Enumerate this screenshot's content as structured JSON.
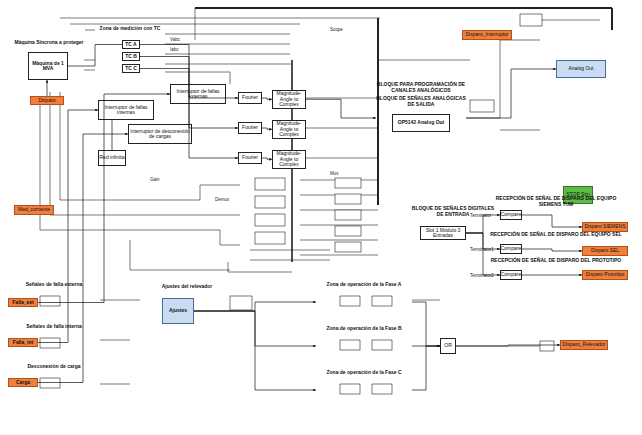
{
  "diagram": {
    "nodes": [
      {
        "text": [
          "Máquina Síncrona a proteger"
        ]
      },
      {
        "text": [
          "Máquina de 1 MVA"
        ],
        "in": 0
      },
      {
        "text": [
          "Zona de medición con TC"
        ]
      },
      {
        "text": [
          "TC A"
        ],
        "in": 2
      },
      {
        "text": [
          "TC B"
        ],
        "in": 2
      },
      {
        "text": [
          "TC C"
        ],
        "in": 2
      },
      {
        "text": [
          "Interruptor de fallas externas"
        ]
      },
      {
        "text": [
          "Interruptor de fallas internas"
        ]
      },
      {
        "text": [
          "Interruptor de desconexión de cargas"
        ]
      },
      {
        "text": [
          "Red infinita"
        ]
      },
      {
        "text": [
          "Fourier"
        ]
      },
      {
        "text": [
          "Fourier"
        ]
      },
      {
        "text": [
          "Fourier"
        ]
      },
      {
        "text": [
          "Magnitude-Angle to Complex"
        ]
      },
      {
        "text": [
          "Magnitude-Angle to Complex"
        ]
      },
      {
        "text": [
          "Magnitude-Angle to Complex"
        ]
      },
      {
        "text": [
          "BLOQUE PARA PROGRAMACIÓN DE CANALES ANALÓGICOS"
        ]
      },
      {
        "text": [
          "BLOQUE DE SEÑALES ANALÓGICAS DE SALIDA"
        ]
      },
      {
        "text": [
          "OP5142 Analog Out"
        ],
        "in": 17
      },
      {
        "text": [
          "STOP Sim"
        ]
      },
      {
        "text": [
          "Analog Out"
        ]
      },
      {
        "text": [
          "Disparo_Interruptor"
        ]
      },
      {
        "text": [
          "BLOQUE DE SEÑALES DIGITALES DE ENTRADA"
        ]
      },
      {
        "text": [
          "Slot 1 Módulo 3 Entradas"
        ]
      },
      {
        "text": [
          "RECEPCIÓN DE SEÑAL DE DISPARO DEL EQUIPO SIEMENS 7UM"
        ]
      },
      {
        "text": [
          "Compare"
        ]
      },
      {
        "text": [
          "Disparo SIEMENS"
        ]
      },
      {
        "text": [
          "RECEPCIÓN DE SEÑAL DE DISPARO DEL EQUIPO SEL"
        ]
      },
      {
        "text": [
          "Compare"
        ]
      },
      {
        "text": [
          "Disparo SEL"
        ]
      },
      {
        "text": [
          "RECEPCIÓN DE SEÑAL DE DISPARO DEL PROTOTIPO"
        ]
      },
      {
        "text": [
          "Compare"
        ]
      },
      {
        "text": [
          "Disparo Prototipo"
        ]
      },
      {
        "text": [
          "Ajustes del relevador"
        ]
      },
      {
        "text": [
          "Ajustes"
        ],
        "in": 33
      },
      {
        "text": [
          "Zona de operación de la Fase A"
        ]
      },
      {
        "text": [
          "Zona de operación de la Fase B"
        ]
      },
      {
        "text": [
          "Zona de operación de la Fase C"
        ]
      },
      {
        "text": [
          "OR"
        ]
      },
      {
        "text": [
          "Disparo_Relevador"
        ]
      },
      {
        "text": [
          "Señales de falla externa"
        ]
      },
      {
        "text": [
          "Falla_ext"
        ],
        "in": 40
      },
      {
        "text": [
          "Señales de falla interna"
        ]
      },
      {
        "text": [
          "Falla_int"
        ],
        "in": 42
      },
      {
        "text": [
          "Desconexión de carga"
        ]
      },
      {
        "text": [
          "Carga"
        ],
        "in": 44
      },
      {
        "text": [
          "Med_corriente"
        ]
      },
      {
        "text": [
          "Disparo"
        ]
      }
    ],
    "edges": [
      {
        "from": 1,
        "to": 3,
        "arrow": "none"
      },
      {
        "from": 3,
        "to": 10,
        "arrow": "to"
      },
      {
        "from": 4,
        "to": 11,
        "arrow": "to"
      },
      {
        "from": 5,
        "to": 12,
        "arrow": "to"
      },
      {
        "from": 10,
        "to": 13,
        "arrow": "to"
      },
      {
        "from": 11,
        "to": 14,
        "arrow": "to"
      },
      {
        "from": 12,
        "to": 15,
        "arrow": "to"
      },
      {
        "from": 13,
        "to": 17,
        "arrow": "to"
      },
      {
        "from": 17,
        "to": 20,
        "arrow": "to"
      },
      {
        "from": 23,
        "to": 25,
        "arrow": "to"
      },
      {
        "from": 23,
        "to": 28,
        "arrow": "to"
      },
      {
        "from": 23,
        "to": 31,
        "arrow": "to"
      },
      {
        "from": 25,
        "to": 26,
        "arrow": "to"
      },
      {
        "from": 28,
        "to": 29,
        "arrow": "to"
      },
      {
        "from": 31,
        "to": 32,
        "arrow": "to"
      },
      {
        "from": 34,
        "to": 35,
        "arrow": "to"
      },
      {
        "from": 34,
        "to": 36,
        "arrow": "to"
      },
      {
        "from": 34,
        "to": 37,
        "arrow": "to"
      },
      {
        "from": 35,
        "to": 38,
        "arrow": "to"
      },
      {
        "from": 36,
        "to": 38,
        "arrow": "to"
      },
      {
        "from": 37,
        "to": 38,
        "arrow": "to"
      },
      {
        "from": 38,
        "to": 39,
        "arrow": "to"
      },
      {
        "from": 41,
        "to": 6,
        "arrow": "to"
      },
      {
        "from": 43,
        "to": 7,
        "arrow": "to"
      },
      {
        "from": 45,
        "to": 8,
        "arrow": "to"
      },
      {
        "from": 7,
        "to": 9,
        "arrow": "none"
      },
      {
        "from": 47,
        "to": 1,
        "arrow": "to"
      }
    ],
    "labels": [
      "Vabc",
      "Iabc",
      "Scope",
      "Mux",
      "Demux",
      "Terminator",
      "Terminator1",
      "Terminator2",
      "Gain"
    ]
  }
}
